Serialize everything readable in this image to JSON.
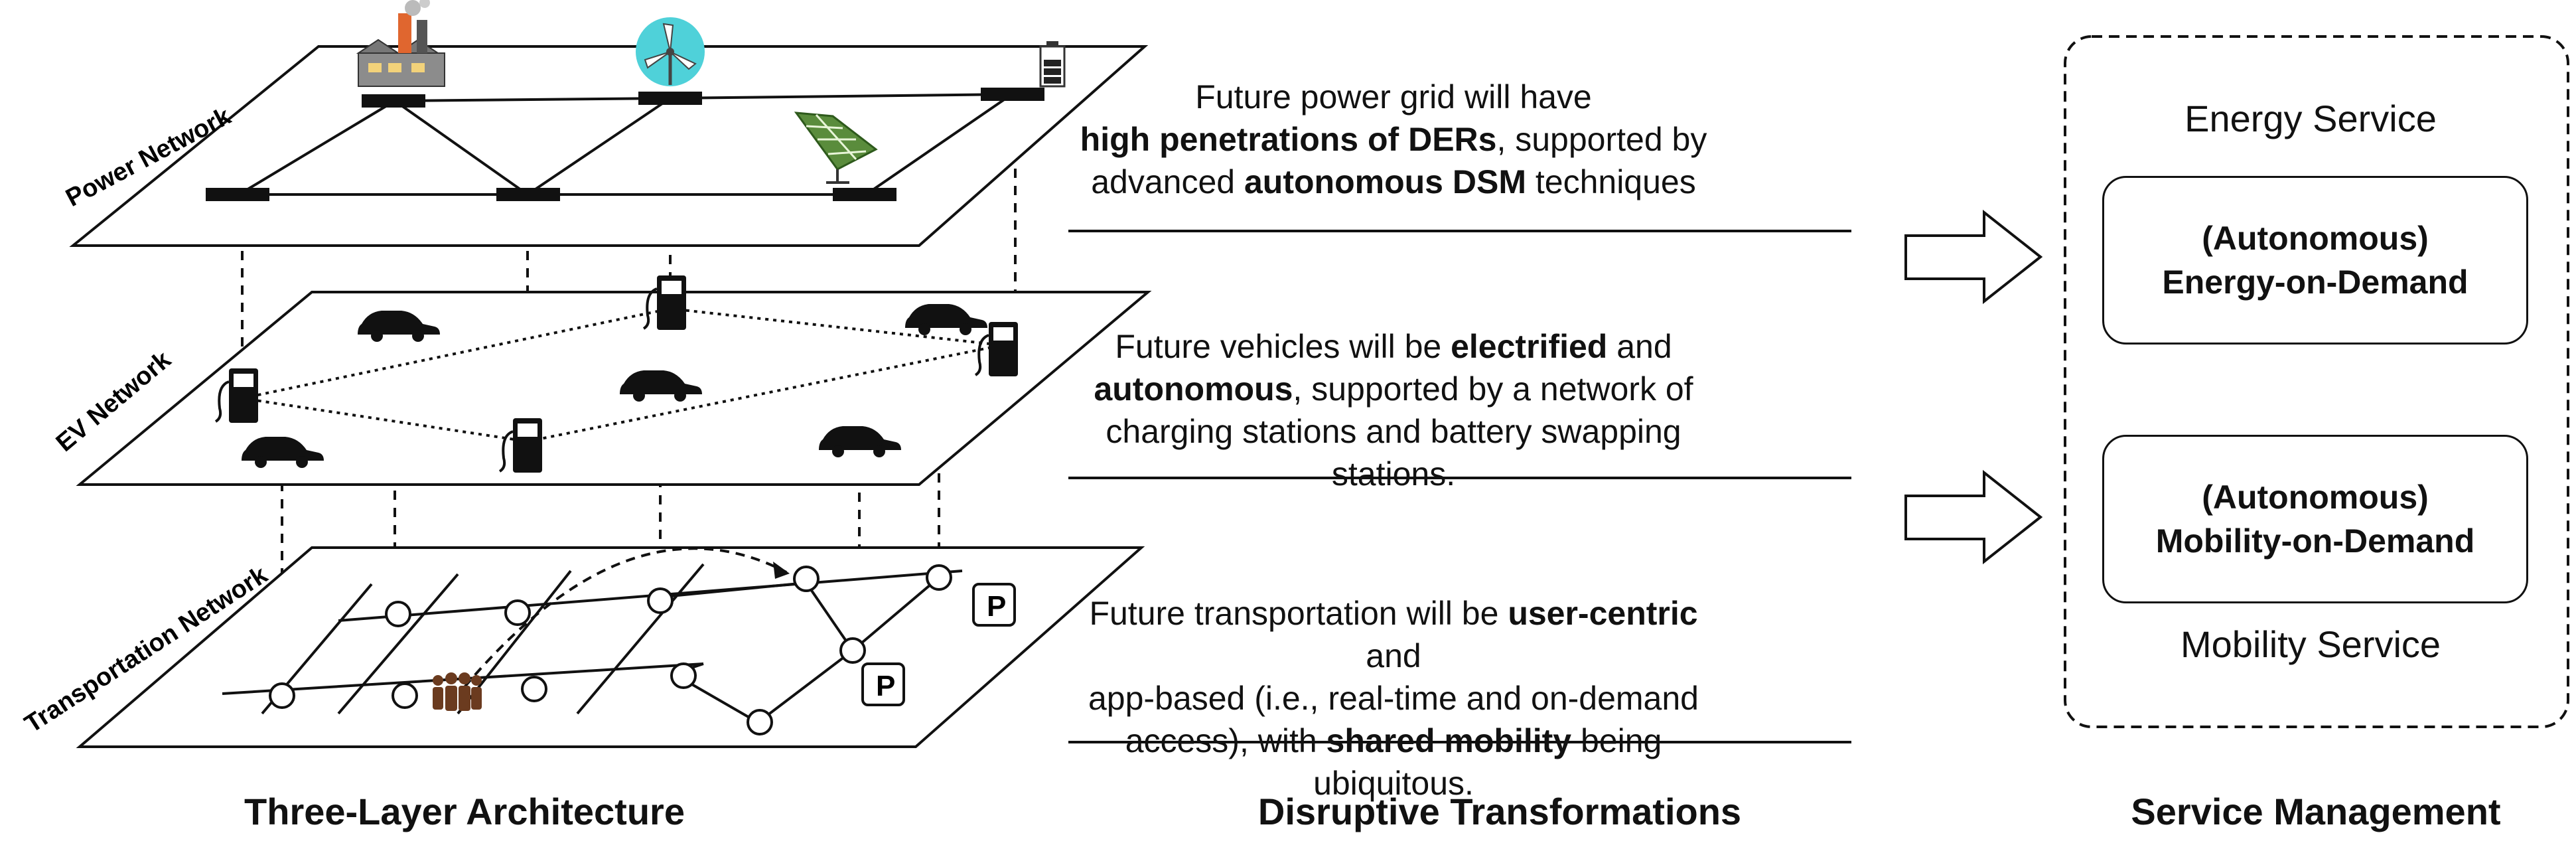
{
  "layers": {
    "power": "Power Network",
    "ev": "EV Network",
    "transport": "Transportation Network"
  },
  "transformations": {
    "power": [
      {
        "text": "Future power grid will have",
        "bold": false
      },
      {
        "text": "high penetrations of DERs",
        "bold": true
      },
      {
        "text": ", supported by",
        "bold": false
      },
      {
        "text": "advanced ",
        "bold": false
      },
      {
        "text": "autonomous DSM",
        "bold": true
      },
      {
        "text": " techniques",
        "bold": false
      }
    ],
    "ev": [
      {
        "text": "Future vehicles will be ",
        "bold": false
      },
      {
        "text": "electrified",
        "bold": true
      },
      {
        "text": " and",
        "bold": false
      },
      {
        "text": "autonomous",
        "bold": true
      },
      {
        "text": ", supported by a network of",
        "bold": false
      },
      {
        "text": "charging stations and battery swapping stations.",
        "bold": false
      }
    ],
    "transport": [
      {
        "text": "Future transportation will be ",
        "bold": false
      },
      {
        "text": "user-centric",
        "bold": true
      },
      {
        "text": " and",
        "bold": false
      },
      {
        "text": "app-based (i.e., real-time and on-demand",
        "bold": false
      },
      {
        "text": "access), with ",
        "bold": false
      },
      {
        "text": "shared mobility",
        "bold": true
      },
      {
        "text": " being ubiquitous.",
        "bold": false
      }
    ]
  },
  "services": {
    "energy_title": "Energy Service",
    "energy_box": [
      "(Autonomous)",
      "Energy-on-Demand"
    ],
    "mobility_box": [
      "(Autonomous)",
      "Mobility-on-Demand"
    ],
    "mobility_title": "Mobility Service"
  },
  "parking_label": "P",
  "headings": {
    "architecture": "Three-Layer Architecture",
    "transformations": "Disruptive Transformations",
    "service": "Service Management"
  }
}
